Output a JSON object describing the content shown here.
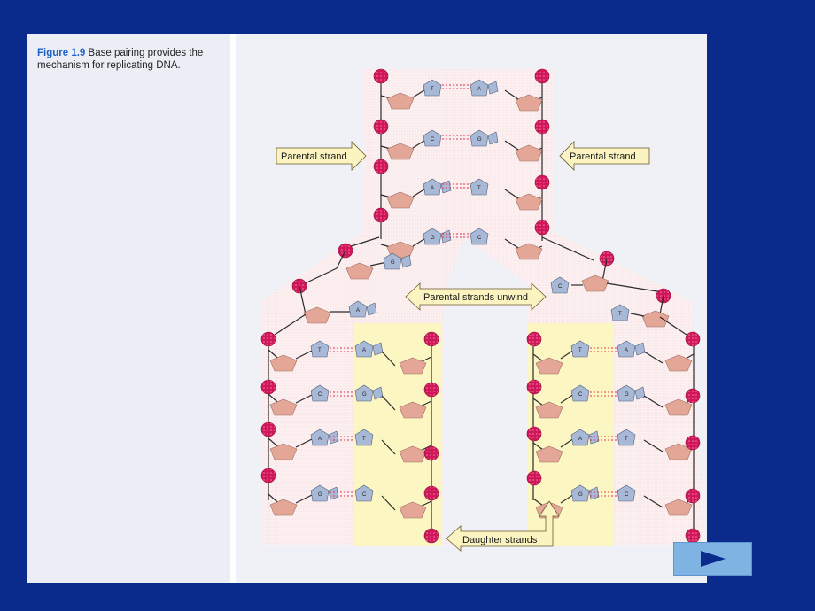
{
  "figure": {
    "label": "Figure 1.9",
    "text": "Base pairing provides the mechanism for replicating DNA."
  },
  "labels": {
    "parental_left": "Parental strand",
    "parental_right": "Parental strand",
    "unwind": "Parental strands unwind",
    "daughter": "Daughter strands"
  },
  "parent_pairs": [
    {
      "left": "T",
      "right": "A"
    },
    {
      "left": "C",
      "right": "G"
    },
    {
      "left": "A",
      "right": "T"
    },
    {
      "left": "G",
      "right": "C"
    }
  ],
  "unwound_left": [
    "G",
    "A"
  ],
  "unwound_right": [
    "C",
    "T"
  ],
  "left_daughter_pairs": [
    {
      "parent": "T",
      "daughter": "A"
    },
    {
      "parent": "C",
      "daughter": "G"
    },
    {
      "parent": "A",
      "daughter": "T"
    },
    {
      "parent": "G",
      "daughter": "C"
    }
  ],
  "right_daughter_pairs": [
    {
      "daughter": "T",
      "parent": "A"
    },
    {
      "daughter": "C",
      "parent": "G"
    },
    {
      "daughter": "A",
      "parent": "T"
    },
    {
      "daughter": "G",
      "parent": "C"
    }
  ],
  "colors": {
    "background": "#0a2a8c",
    "phosphate": "#d0175a",
    "sugar": "#e4a797",
    "base": "#a7b9d6",
    "hydrogen_bond": "#e0304a",
    "daughter_highlight": "#fbf6c2",
    "arrow_fill": "#fbf3c0",
    "caption_accent": "#1e63c8"
  },
  "navigation": {
    "next_icon": "play-triangle-icon"
  }
}
